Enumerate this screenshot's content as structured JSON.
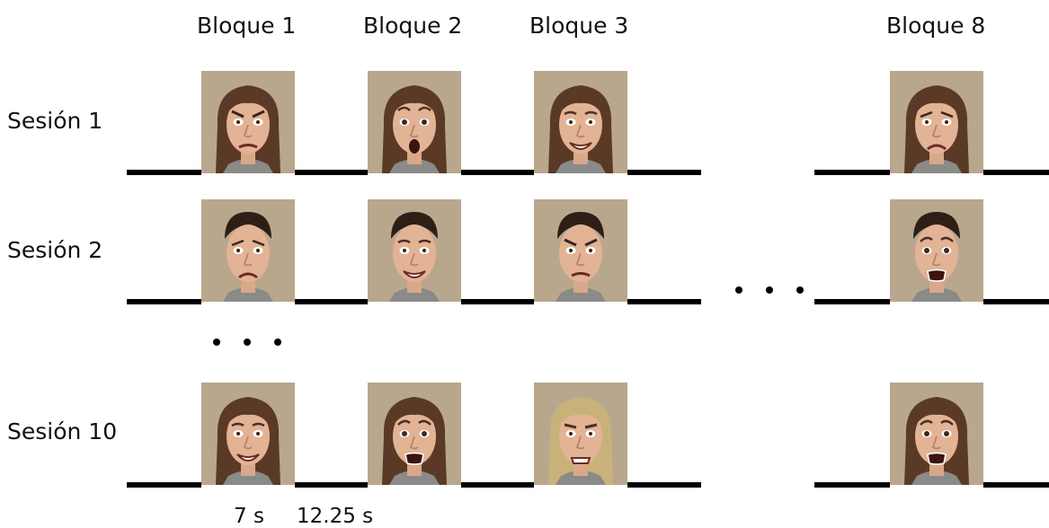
{
  "headers": [
    "Bloque 1",
    "Bloque 2",
    "Bloque 3",
    "Bloque 8"
  ],
  "sessions": [
    "Sesión 1",
    "Sesión 2",
    "Sesión 10"
  ],
  "durations": {
    "stimulus": "7 s",
    "rest": "12.25 s"
  },
  "faces": {
    "row1": [
      "angry-woman",
      "surprised-woman",
      "happy-woman",
      "sad-woman"
    ],
    "row2": [
      "sad-man",
      "happy-man",
      "angry-man",
      "fearful-man"
    ],
    "row3": [
      "happy-woman",
      "fearful-woman",
      "disgusted-woman",
      "fearful-woman"
    ]
  },
  "colors": {
    "timeline": "#000000",
    "photo_background": "#b9a78d"
  }
}
